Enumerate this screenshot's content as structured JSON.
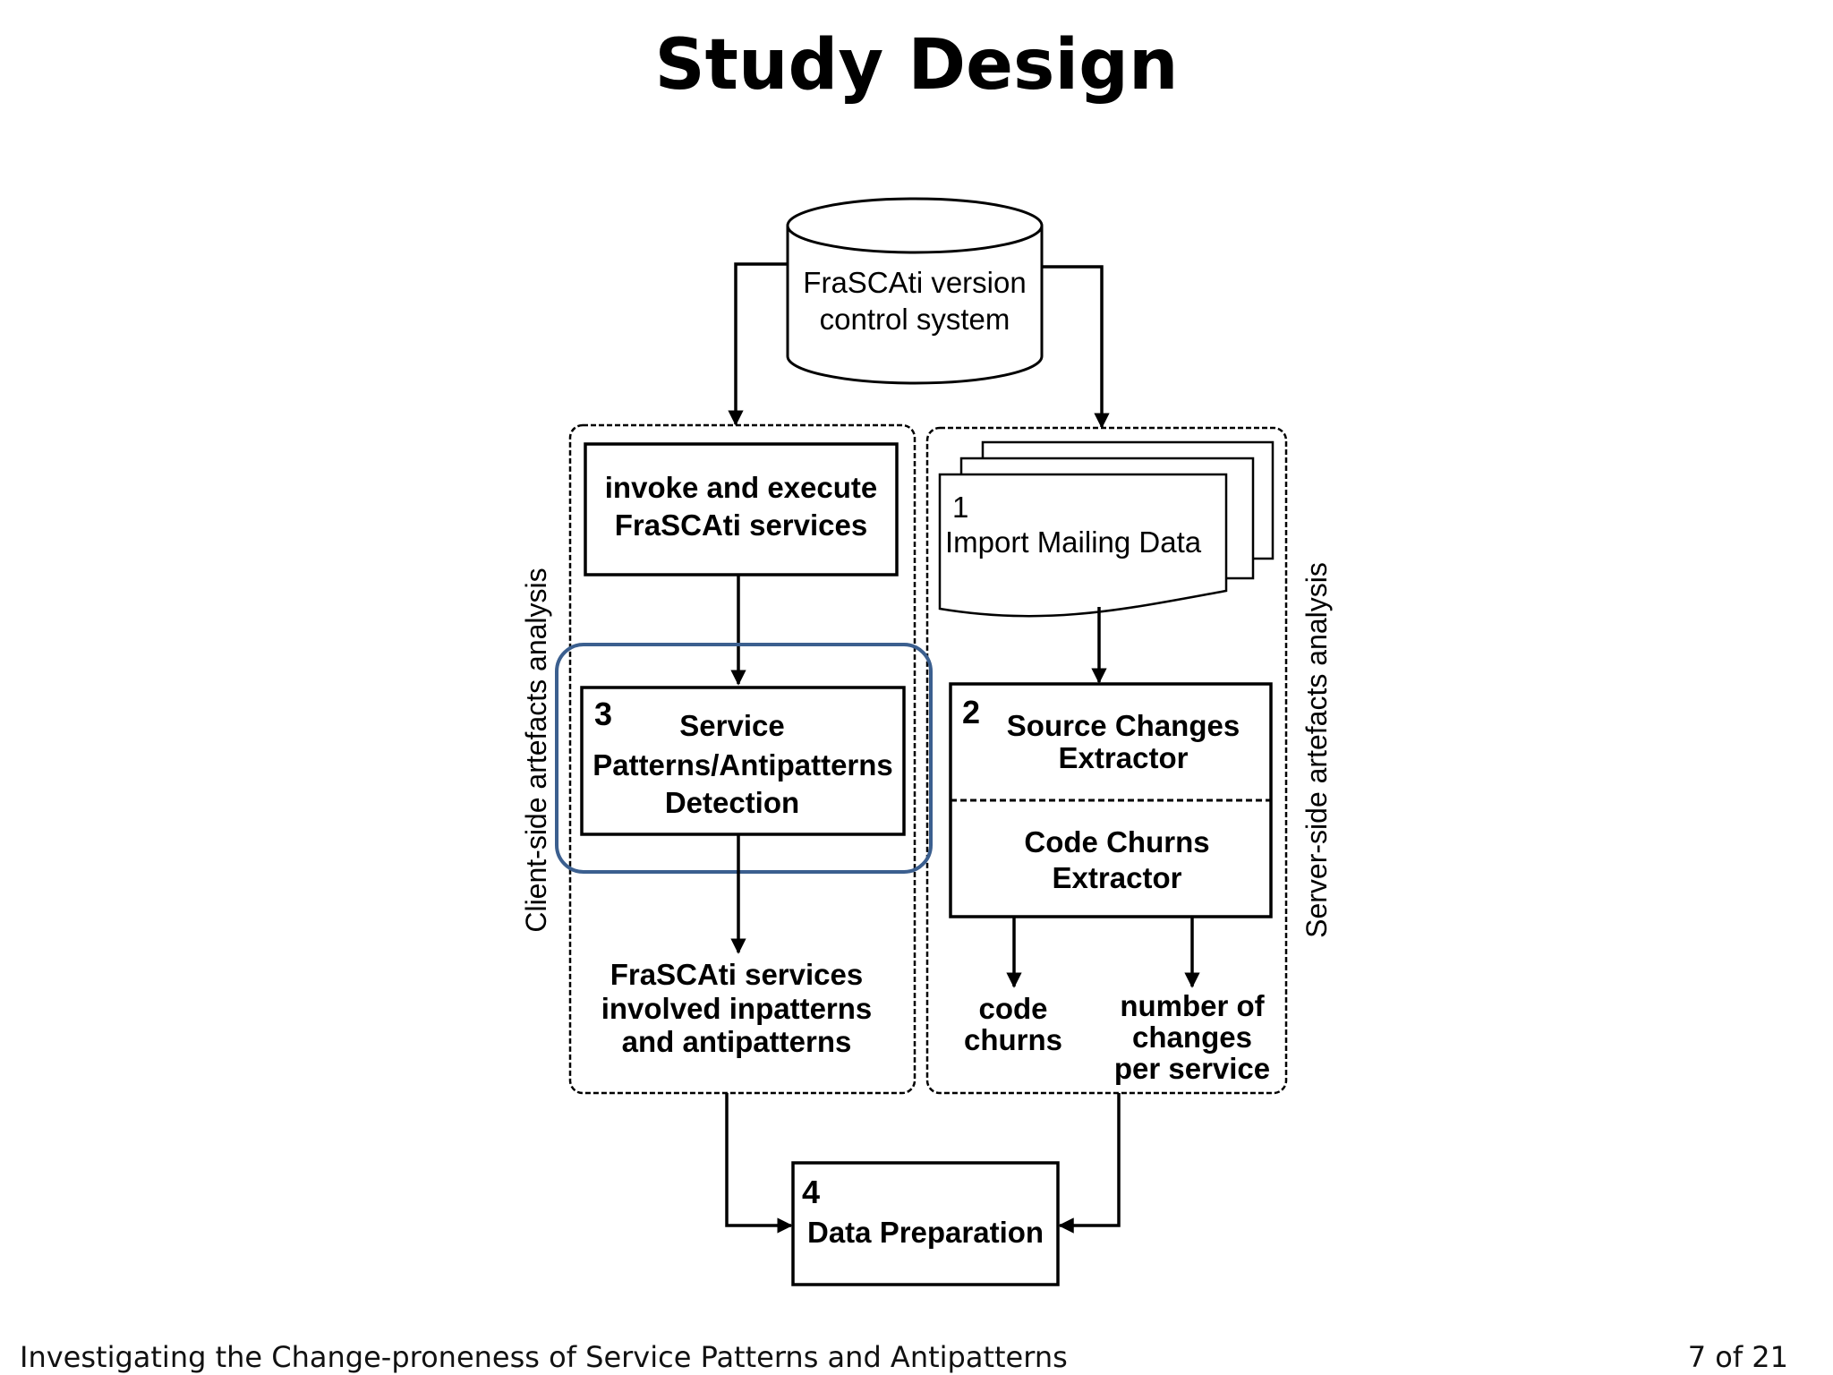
{
  "slide": {
    "title": "Study Design",
    "footer_title": "Investigating the Change-proneness of Service Patterns and Antipatterns",
    "page_number": "7 of 21"
  },
  "diagram": {
    "database": [
      "FraSCAti version",
      "control system"
    ],
    "client_side_label": "Client-side artefacts analysis",
    "server_side_label": "Server-side artefacts analysis",
    "invoke_box": [
      "invoke and execute",
      "FraSCAti services"
    ],
    "step3": {
      "number": "3",
      "lines": [
        "Service",
        "Patterns/Antipatterns",
        "Detection"
      ]
    },
    "client_output": [
      "FraSCAti services",
      "involved inpatterns",
      "and antipatterns"
    ],
    "step1": {
      "number": "1",
      "label": "Import Mailing Data"
    },
    "step2": {
      "number": "2",
      "top_lines": [
        "Source Changes",
        "Extractor"
      ],
      "bottom_lines": [
        "Code Churns",
        "Extractor"
      ]
    },
    "server_outputs": {
      "left": [
        "code",
        "churns"
      ],
      "right": [
        "number of",
        "changes",
        "per service"
      ]
    },
    "step4": {
      "number": "4",
      "label": "Data Preparation"
    },
    "highlight_color": "#3b5f8f"
  }
}
